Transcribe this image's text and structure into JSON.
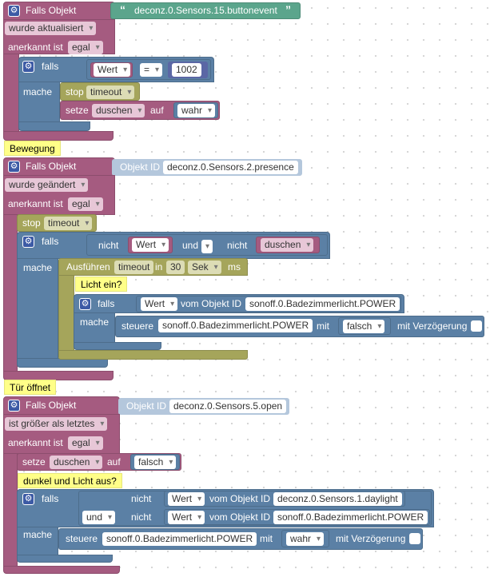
{
  "block1": {
    "head": "Falls Objekt",
    "trigger": "wurde aktualisiert",
    "ack_label": "anerkannt ist",
    "ack_value": "egal",
    "object_id": "deconz.0.Sensors.15.buttonevent",
    "if_label": "falls",
    "do_label": "mache",
    "wert": "Wert",
    "op": "=",
    "num": "1002",
    "stop_label": "stop",
    "stop_value": "timeout",
    "set_label": "setze",
    "set_var": "duschen",
    "set_auf": "auf",
    "set_value": "wahr"
  },
  "comment_bewegung": "Bewegung",
  "block2": {
    "head": "Falls Objekt",
    "objid_label": "Objekt ID",
    "object_id": "deconz.0.Sensors.2.presence",
    "trigger": "wurde geändert",
    "ack_label": "anerkannt ist",
    "ack_value": "egal",
    "stop_label": "stop",
    "stop_value": "timeout",
    "if_label": "falls",
    "do_label": "mache",
    "nicht1": "nicht",
    "wert": "Wert",
    "und": "und",
    "nicht2": "nicht",
    "var": "duschen",
    "exec_label": "Ausführen",
    "exec_timeout": "timeout",
    "exec_in": "in",
    "exec_num": "30",
    "exec_unit": "Sek",
    "exec_ms": "ms",
    "comment_licht": "Licht ein?",
    "inner_if": "falls",
    "inner_do": "mache",
    "inner_wert": "Wert",
    "inner_vom": "vom Objekt ID",
    "inner_obj": "sonoff.0.Badezimmerlicht.POWER",
    "steuere": "steuere",
    "steuere_obj": "sonoff.0.Badezimmerlicht.POWER",
    "mit": "mit",
    "mit_value": "falsch",
    "verz": "mit Verzögerung"
  },
  "comment_tuer": "Tür öffnet",
  "block3": {
    "head": "Falls Objekt",
    "objid_label": "Objekt ID",
    "object_id": "deconz.0.Sensors.5.open",
    "trigger": "ist größer als letztes",
    "ack_label": "anerkannt ist",
    "ack_value": "egal",
    "set_label": "setze",
    "set_var": "duschen",
    "set_auf": "auf",
    "set_value": "falsch",
    "comment_dunkel": "dunkel und Licht aus?",
    "if_label": "falls",
    "do_label": "mache",
    "nicht1": "nicht",
    "wert1": "Wert",
    "vom1": "vom Objekt ID",
    "obj1": "deconz.0.Sensors.1.daylight",
    "und": "und",
    "nicht2": "nicht",
    "wert2": "Wert",
    "vom2": "vom Objekt ID",
    "obj2": "sonoff.0.Badezimmerlicht.POWER",
    "steuere": "steuere",
    "steuere_obj": "sonoff.0.Badezimmerlicht.POWER",
    "mit": "mit",
    "mit_value": "wahr",
    "verz": "mit Verzögerung"
  }
}
